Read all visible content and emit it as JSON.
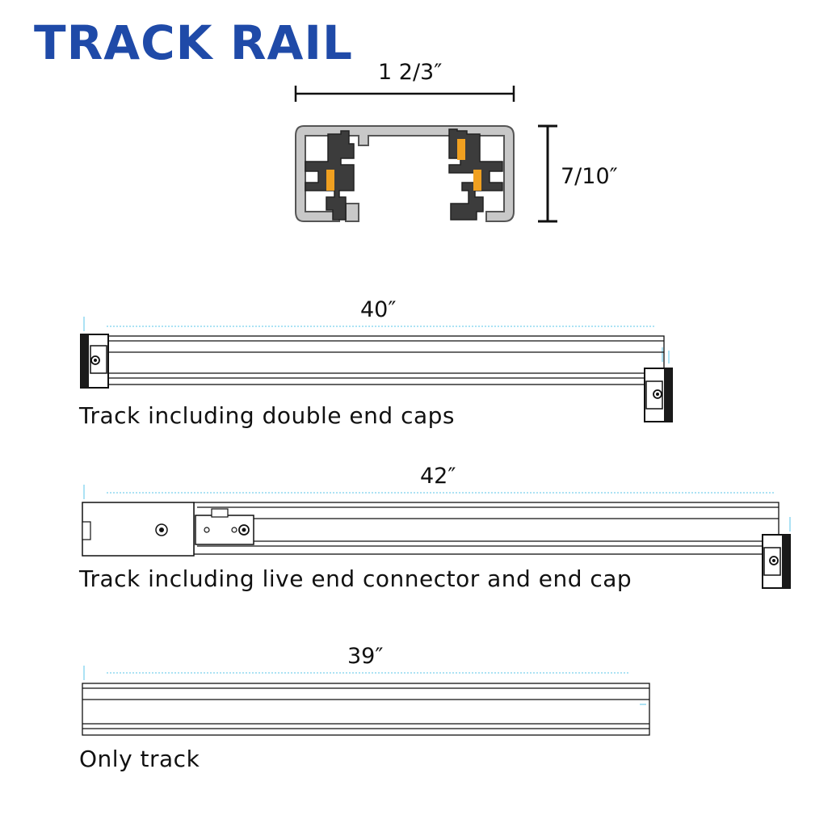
{
  "title": "TRACK RAIL",
  "profile": {
    "width_label": "1 2/3″",
    "height_label": "7/10″"
  },
  "tracks": [
    {
      "length_label": "40″",
      "caption": "Track including double end caps"
    },
    {
      "length_label": "42″",
      "caption": "Track including live end connector and end cap"
    },
    {
      "length_label": "39″",
      "caption": "Only track"
    }
  ],
  "colors": {
    "title": "#1f4aa8",
    "rail_gray": "#c8c8c8",
    "insulator_dark": "#3c3c3c",
    "conductor_orange": "#f0a020",
    "guide_line": "#59c6ea",
    "ink": "#111111"
  }
}
